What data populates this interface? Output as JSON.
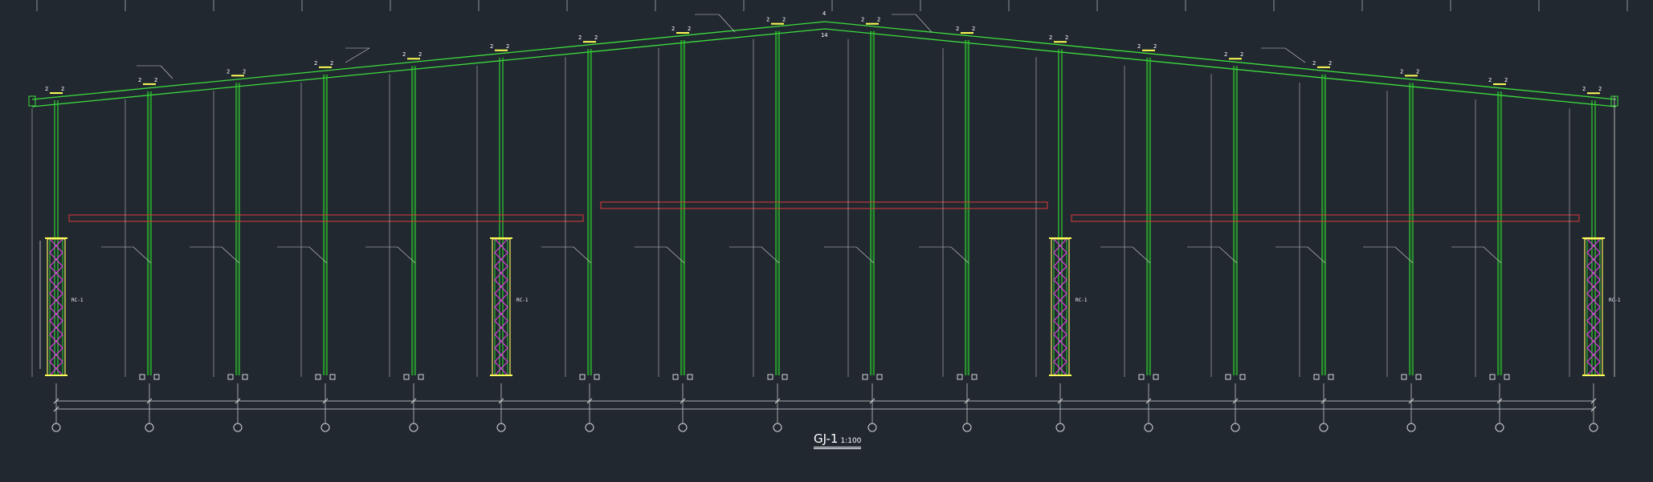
{
  "drawing": {
    "title": "GJ-1",
    "scale": "1:100"
  },
  "colors": {
    "background": "#212830",
    "frame": "#3ddc3d",
    "column": "#2fd12f",
    "beam_red": "#e03a3a",
    "lattice": "#e040e0",
    "lattice_chord": "#e6e05a",
    "dimension": "#d8d8d8",
    "marker": "#ffff55"
  },
  "frame": {
    "apex_label_top": "4",
    "apex_label_bottom": "14",
    "lattice_columns": [
      {
        "label": "RC-1"
      },
      {
        "label": "RC-1"
      },
      {
        "label": "RC-1"
      },
      {
        "label": "RC-1"
      }
    ]
  }
}
